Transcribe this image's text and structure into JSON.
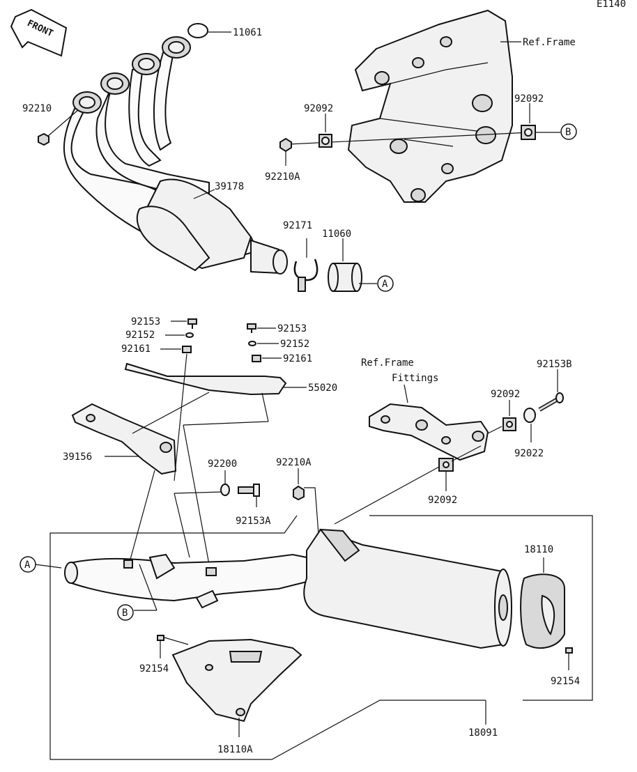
{
  "diagram_code": "E1140",
  "front_label": "FRONT",
  "ref_texts": {
    "ref_frame": "Ref.Frame",
    "ref_frame_fittings_1": "Ref.Frame",
    "ref_frame_fittings_2": "Fittings"
  },
  "callouts": {
    "a1": "A",
    "a2": "A",
    "b1": "B",
    "b2": "B"
  },
  "part_numbers": {
    "p11061": "11061",
    "p92210": "92210",
    "p92092_top_left": "92092",
    "p92092_top_right": "92092",
    "p92210A_top": "92210A",
    "p39178": "39178",
    "p92171": "92171",
    "p11060": "11060",
    "p92153_l": "92153",
    "p92152_l": "92152",
    "p92161_l": "92161",
    "p92153_r": "92153",
    "p92152_r": "92152",
    "p92161_r": "92161",
    "p55020": "55020",
    "p39156": "39156",
    "p92200": "92200",
    "p92153A": "92153A",
    "p92210A_mid": "92210A",
    "p92153B": "92153B",
    "p92092_mid": "92092",
    "p92022": "92022",
    "p92092_low": "92092",
    "p18110": "18110",
    "p92154_l": "92154",
    "p92154_r": "92154",
    "p18091": "18091",
    "p18110A": "18110A"
  }
}
